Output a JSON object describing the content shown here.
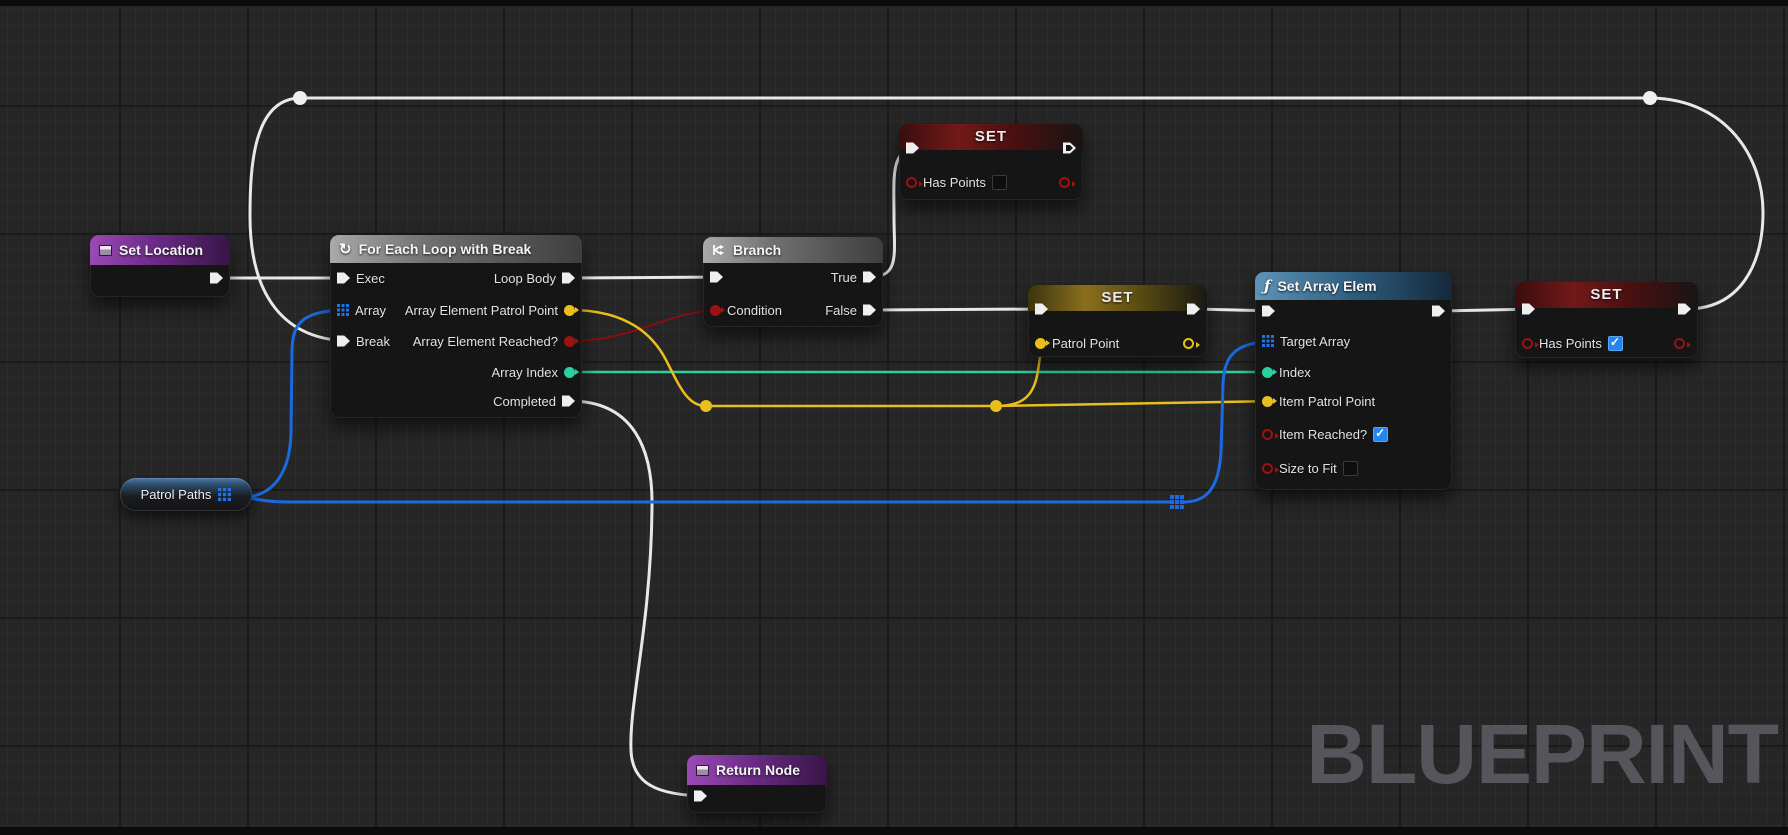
{
  "watermark": "BLUEPRINT",
  "colors": {
    "exec_wire": "#e8e8e8",
    "array_blue": "#1d73e8",
    "object_yellow": "#e8bf1d",
    "bool_red": "#9c1212",
    "int_teal": "#2bd0a0"
  },
  "icons": {
    "loop": "↻",
    "fx": "ƒ"
  },
  "nodes": {
    "set_location": {
      "title": "Set Location"
    },
    "for_each": {
      "title": "For Each Loop with Break",
      "pins": {
        "exec": "Exec",
        "array": "Array",
        "break_pin": "Break",
        "loop_body": "Loop Body",
        "element": "Array Element Patrol Point",
        "reached": "Array Element Reached?",
        "index": "Array Index",
        "completed": "Completed"
      }
    },
    "branch": {
      "title": "Branch",
      "pins": {
        "condition": "Condition",
        "true_pin": "True",
        "false_pin": "False"
      }
    },
    "set_top": {
      "title": "SET",
      "pins": {
        "has_points": "Has Points"
      },
      "has_points_checked": false
    },
    "set_mid": {
      "title": "SET",
      "pins": {
        "patrol_point": "Patrol Point"
      }
    },
    "set_array_elem": {
      "title": "Set Array Elem",
      "pins": {
        "target_array": "Target Array",
        "index": "Index",
        "item": "Item Patrol Point",
        "item_reached": "Item Reached?",
        "size_to_fit": "Size to Fit"
      },
      "item_reached_checked": true,
      "size_to_fit_checked": false
    },
    "set_right": {
      "title": "SET",
      "pins": {
        "has_points": "Has Points"
      },
      "has_points_checked": true
    },
    "patrol_paths": {
      "title": "Patrol Paths"
    },
    "return_node": {
      "title": "Return Node"
    }
  }
}
